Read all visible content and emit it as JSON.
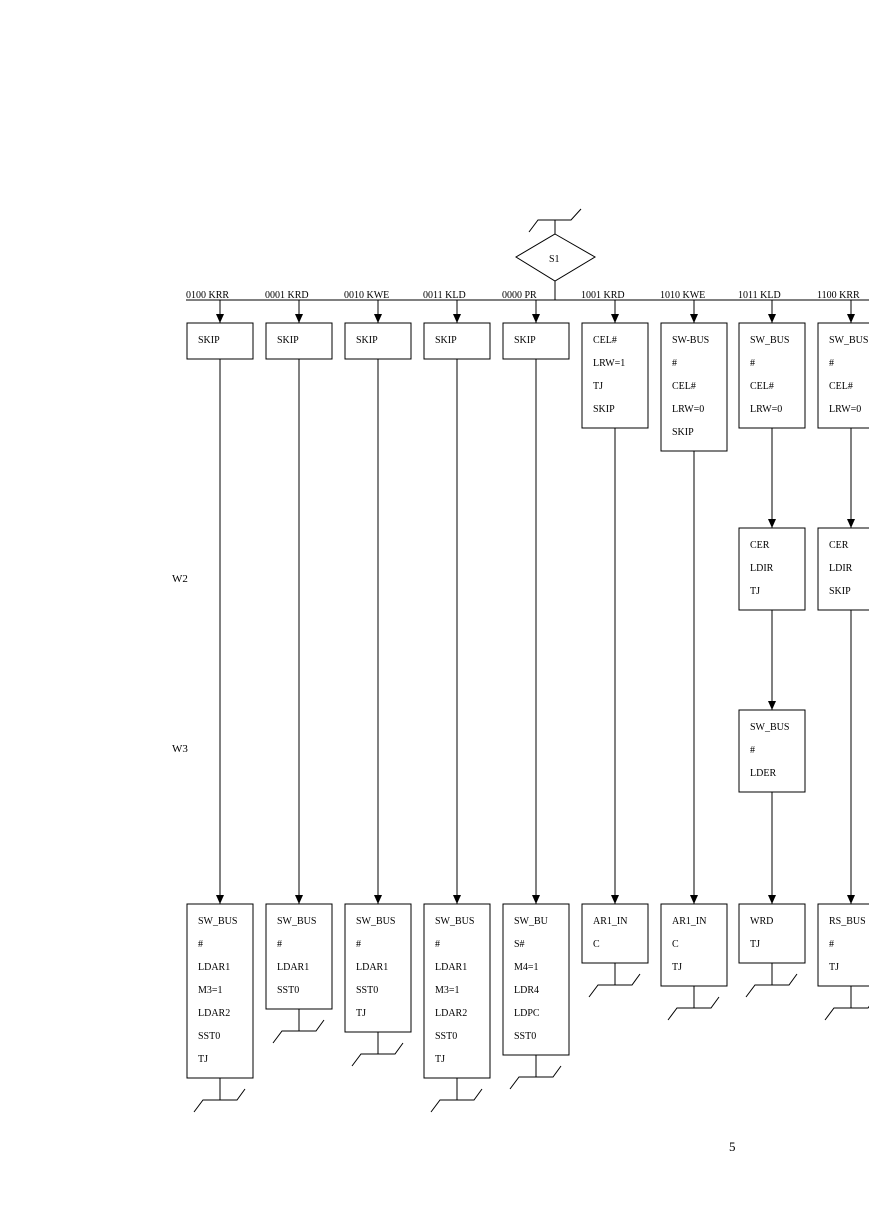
{
  "start_node": {
    "label": "S1"
  },
  "side_labels": {
    "w2": "W2",
    "w3": "W3"
  },
  "page_number": "5",
  "branches": [
    {
      "code": "0100 KRR",
      "top": [
        "SKIP"
      ],
      "middle": [],
      "bottom": [
        "SW_BUS",
        "#",
        "LDAR1",
        "M3=1",
        "LDAR2",
        "SST0",
        "TJ"
      ]
    },
    {
      "code": "0001 KRD",
      "top": [
        "SKIP"
      ],
      "middle": [],
      "bottom": [
        "SW_BUS",
        "#",
        "LDAR1",
        "SST0"
      ]
    },
    {
      "code": "0010 KWE",
      "top": [
        "SKIP"
      ],
      "middle": [],
      "bottom": [
        "SW_BUS",
        "#",
        "LDAR1",
        "SST0",
        "TJ"
      ]
    },
    {
      "code": "0011 KLD",
      "top": [
        "SKIP"
      ],
      "middle": [],
      "bottom": [
        "SW_BUS",
        "#",
        "LDAR1",
        "M3=1",
        "LDAR2",
        "SST0",
        "TJ"
      ]
    },
    {
      "code": "0000 PR",
      "top": [
        "SKIP"
      ],
      "middle": [],
      "bottom": [
        "SW_BU",
        "S#",
        "M4=1",
        "LDR4",
        "LDPC",
        "SST0"
      ]
    },
    {
      "code": "1001 KRD",
      "top": [
        "CEL#",
        "LRW=1",
        "TJ",
        "SKIP"
      ],
      "middle": [],
      "bottom": [
        "AR1_IN",
        "C"
      ]
    },
    {
      "code": "1010 KWE",
      "top": [
        "SW-BUS",
        "#",
        "CEL#",
        "LRW=0",
        "SKIP"
      ],
      "middle": [],
      "bottom": [
        "AR1_IN",
        "C",
        "TJ"
      ]
    },
    {
      "code": "1011 KLD",
      "top": [
        "SW_BUS",
        "#",
        "CEL#",
        "LRW=0"
      ],
      "middle": [
        [
          "CER",
          "LDIR",
          "TJ"
        ],
        [
          "SW_BUS",
          "#",
          "LDER"
        ]
      ],
      "bottom": [
        "WRD",
        "TJ"
      ]
    },
    {
      "code": "1100 KRR",
      "top": [
        "SW_BUS",
        "#",
        "CEL#",
        "LRW=0"
      ],
      "middle": [
        [
          "CER",
          "LDIR",
          "SKIP"
        ]
      ],
      "bottom": [
        "RS_BUS",
        "#",
        "TJ"
      ]
    }
  ]
}
